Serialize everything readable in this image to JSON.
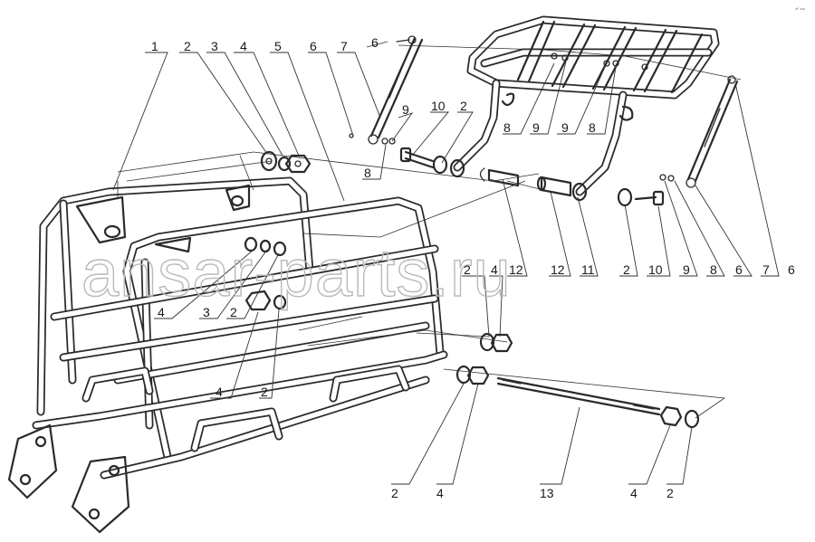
{
  "watermark": "ansar-parts.ru",
  "corner_mark": "ᵃᴾ ᵃᵈᵉ",
  "callouts": {
    "c1": "1",
    "c2a": "2",
    "c3a": "3",
    "c4a": "4",
    "c5": "5",
    "c6a": "6",
    "c7a": "7",
    "c6b": "6",
    "c9a": "9",
    "c10a": "10",
    "c2b": "2",
    "c8a": "8",
    "c9b": "9",
    "c9c": "9",
    "c8b": "8",
    "c8c": "8",
    "c2c": "2",
    "c4b": "4",
    "c12a": "12",
    "c12b": "12",
    "c11": "11",
    "c2d": "2",
    "c10b": "10",
    "c9d": "9",
    "c8d": "8",
    "c6c": "6",
    "c7b": "7",
    "c6d": "6",
    "c4c": "4",
    "c3b": "3",
    "c2e": "2",
    "c4d": "4",
    "c2f": "2",
    "c2g": "2",
    "c4e": "4",
    "c13": "13",
    "c4f": "4",
    "c2h": "2"
  }
}
